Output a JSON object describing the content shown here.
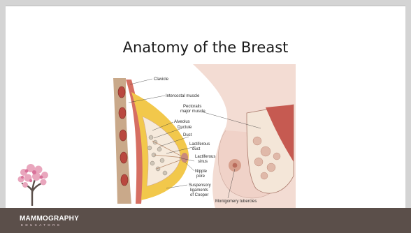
{
  "slide": {
    "title": "Anatomy of the Breast",
    "labels": {
      "clavicle": "Clavicle",
      "intercostal": "Intercostal muscle",
      "pectoralis_1": "Pectoralis",
      "pectoralis_2": "major muscle",
      "alveolus": "Alveolus",
      "ductule": "Ductule",
      "duct": "Duct",
      "lact_duct_1": "Lactiferous",
      "lact_duct_2": "duct",
      "lact_sinus_1": "Lactiferous",
      "lact_sinus_2": "sinus",
      "nipple_1": "Nipple",
      "nipple_2": "pore",
      "susp_1": "Suspensory",
      "susp_2": "ligaments",
      "susp_3": "of Cooper",
      "montgomery": "Montgomery tubercles"
    }
  },
  "footer": {
    "brand": "MAMMOGRAPHY",
    "brand_sub": "EDUCATORS"
  }
}
